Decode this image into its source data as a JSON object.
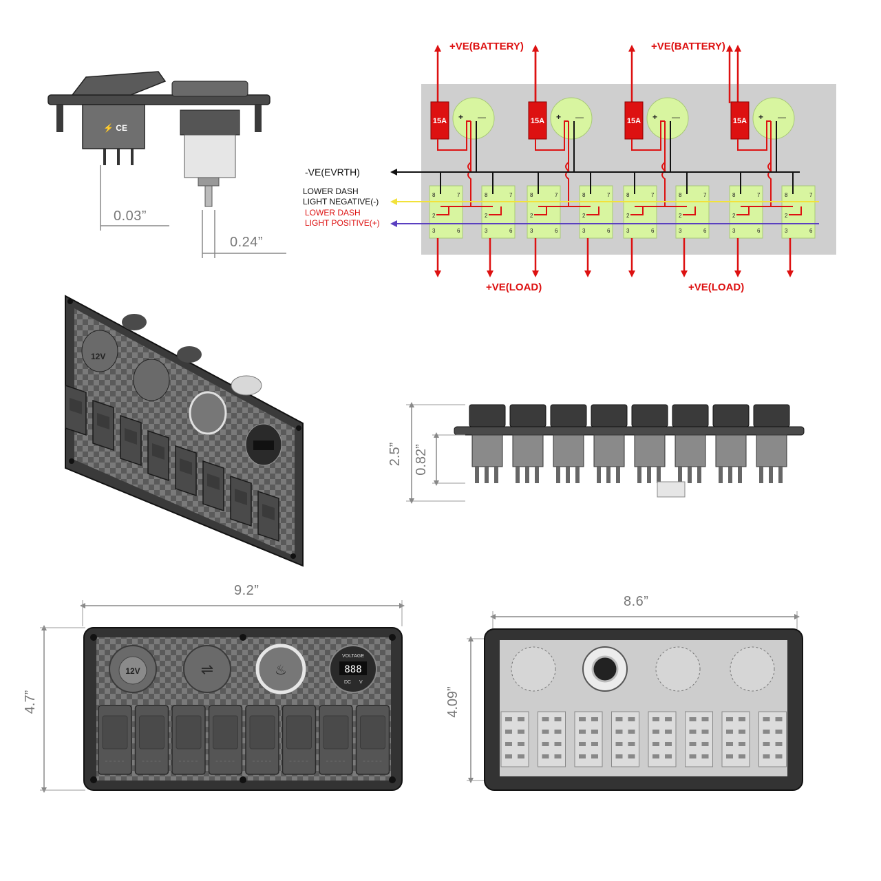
{
  "wiring": {
    "battery_label_left": "+VE(BATTERY)",
    "battery_label_right": "+VE(BATTERY)",
    "load_label_left": "+VE(LOAD)",
    "load_label_right": "+VE(LOAD)",
    "ground_label": "-VE(EVRTH)",
    "neg_line1": "LOWER DASH",
    "neg_line2": "LIGHT NEGATIVE(-)",
    "pos_line1": "LOWER DASH",
    "pos_line2": "LIGHT POSITIVE(+)",
    "fuse": "15A",
    "plus": "+",
    "minus": "—",
    "pins": [
      "8",
      "7",
      "2",
      "3",
      "6"
    ],
    "colors": {
      "power": "#dd1111",
      "ground": "#111111",
      "negative": "#f2e23a",
      "positive": "#5a3fc0",
      "panel": "#cfcfcf",
      "socket": "#d8f5a0"
    }
  },
  "side_view": {
    "dim_a": "0.03”",
    "dim_b": "0.24”"
  },
  "profile_view": {
    "dim_height": "2.5”",
    "dim_depth": "0.82”"
  },
  "front_view": {
    "width": "9.2”",
    "height": "4.7”",
    "socket_12v": "12V",
    "voltmeter_reading": "888",
    "voltmeter_title": "VOLTAGE",
    "voltmeter_dc": "DC",
    "voltmeter_v": "V"
  },
  "back_view": {
    "width": "8.6”",
    "height": "4.09”"
  }
}
